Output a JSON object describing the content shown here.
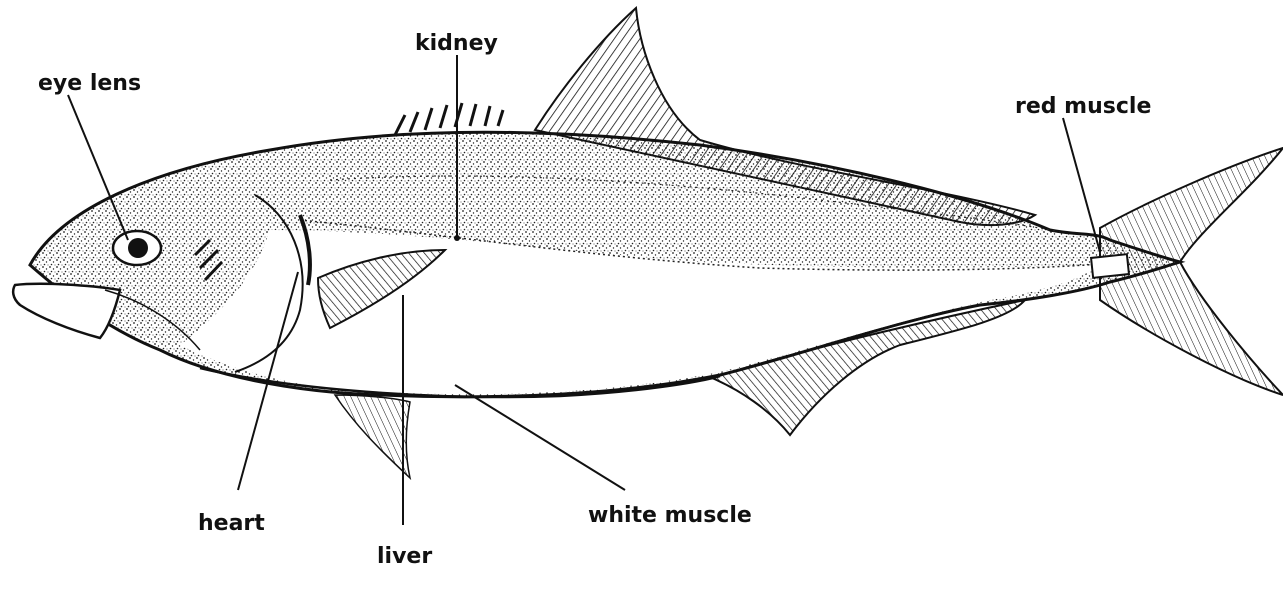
{
  "labels": {
    "eye_lens": "eye lens",
    "kidney": "kidney",
    "red_muscle": "red muscle",
    "heart": "heart",
    "liver": "liver",
    "white_muscle": "white muscle"
  },
  "colors": {
    "ink": "#111111",
    "paper": "#ffffff",
    "stipple": "#222222"
  }
}
